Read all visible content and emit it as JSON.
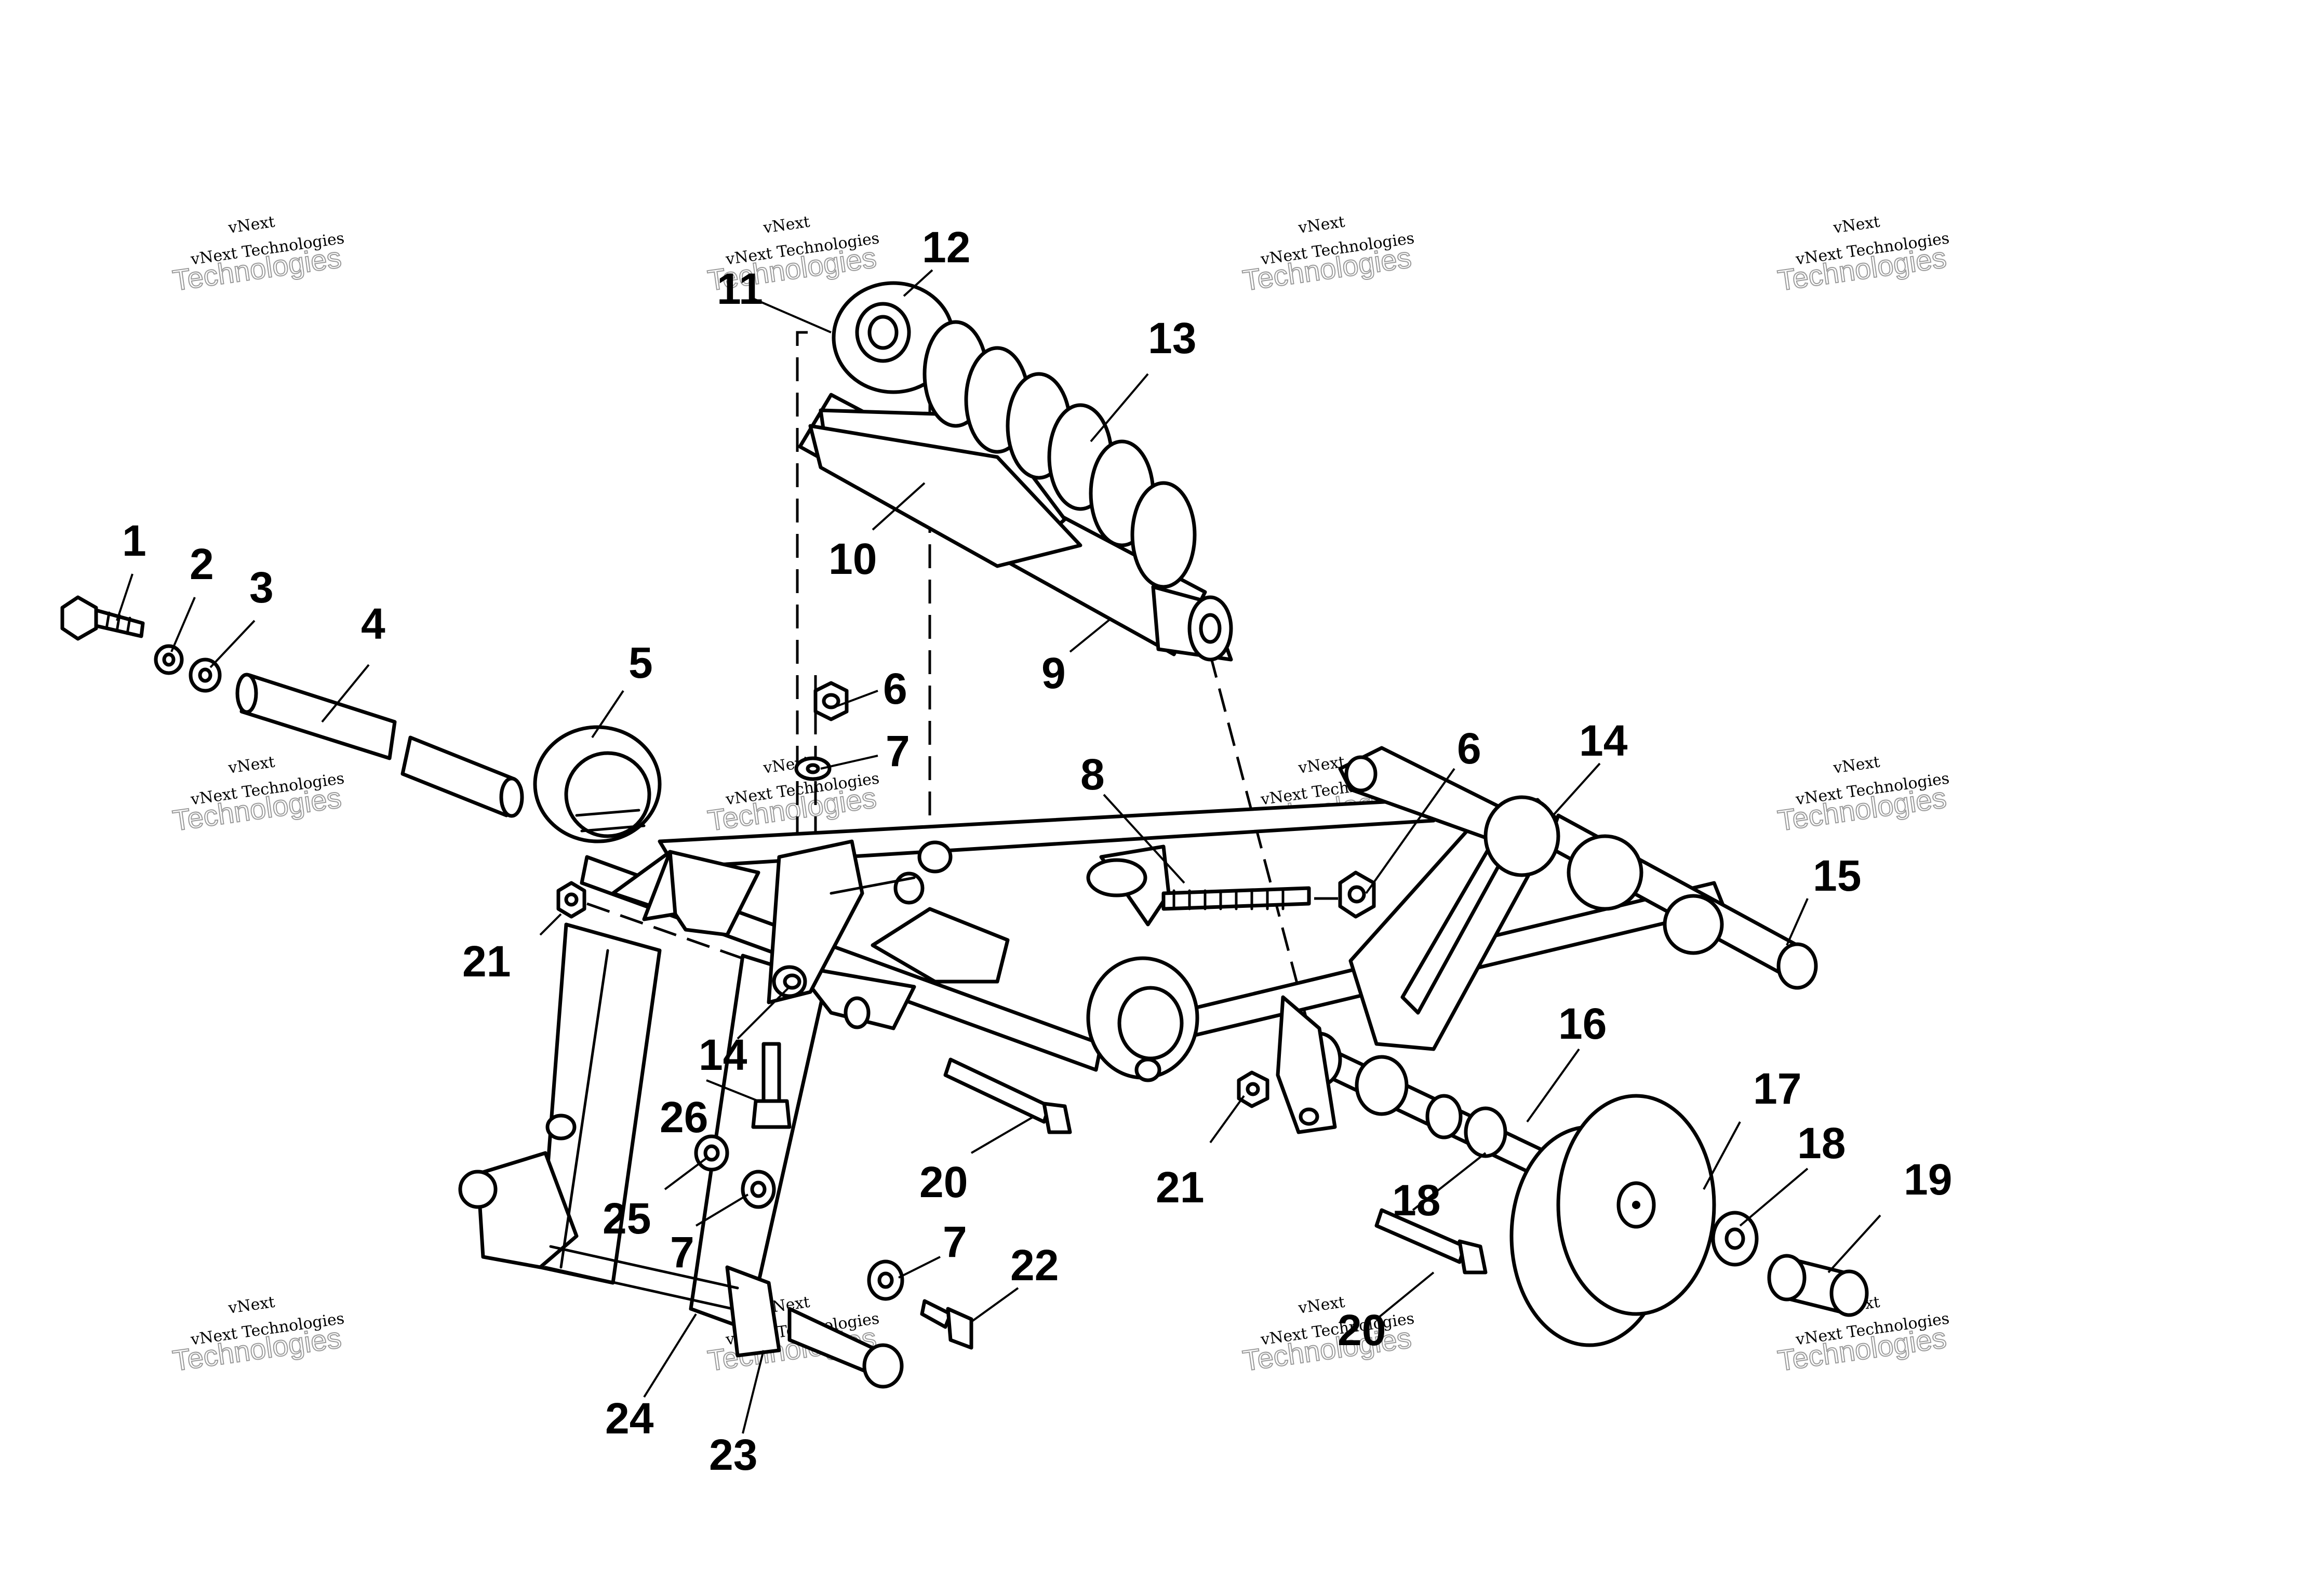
{
  "callouts": {
    "c1": "1",
    "c2": "2",
    "c3": "3",
    "c4": "4",
    "c5": "5",
    "c6a": "6",
    "c6b": "6",
    "c7a": "7",
    "c7b": "7",
    "c7c": "7",
    "c8": "8",
    "c9": "9",
    "c10": "10",
    "c11": "11",
    "c12": "12",
    "c13": "13",
    "c14a": "14",
    "c14b": "14",
    "c15": "15",
    "c16": "16",
    "c17": "17",
    "c18a": "18",
    "c18b": "18",
    "c19": "19",
    "c20a": "20",
    "c20b": "20",
    "c21a": "21",
    "c21b": "21",
    "c22": "22",
    "c23": "23",
    "c24": "24",
    "c25": "25",
    "c26": "26"
  },
  "watermark": {
    "line1": "vNext",
    "line2": "Technologies",
    "small": "vNext Technologies"
  },
  "colors": {
    "ink": "#000000",
    "paper": "#ffffff",
    "watermark": "#9a9a9a"
  }
}
